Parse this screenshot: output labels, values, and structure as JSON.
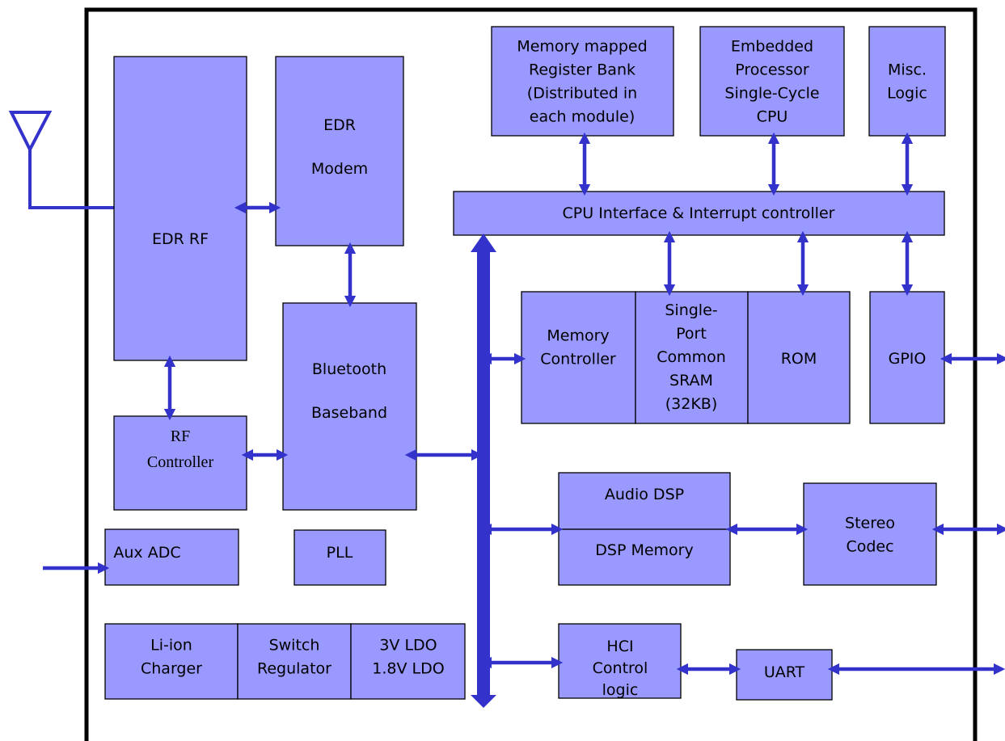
{
  "colors": {
    "block_fill": "#9999ff",
    "block_stroke": "#000000",
    "arrow": "#3333cc",
    "chip_border": "#000000"
  },
  "blocks": {
    "edr_rf": {
      "lines": [
        "EDR RF"
      ]
    },
    "edr_modem": {
      "lines": [
        "EDR",
        "Modem"
      ]
    },
    "bt_baseband": {
      "lines": [
        "Bluetooth",
        "Baseband"
      ]
    },
    "rf_controller": {
      "lines": [
        "RF",
        "Controller"
      ]
    },
    "aux_adc": {
      "lines": [
        "Aux ADC"
      ]
    },
    "pll": {
      "lines": [
        "PLL"
      ]
    },
    "liion_charger": {
      "lines": [
        "Li-ion",
        "Charger"
      ]
    },
    "switch_regulator": {
      "lines": [
        "Switch",
        "Regulator"
      ]
    },
    "ldo": {
      "lines": [
        "3V LDO",
        "1.8V LDO"
      ]
    },
    "register_bank": {
      "lines": [
        "Memory mapped",
        "Register Bank",
        "(Distributed in",
        "each module)"
      ]
    },
    "embedded_processor": {
      "lines": [
        "Embedded",
        "Processor",
        "Single-Cycle",
        "CPU"
      ]
    },
    "misc_logic": {
      "lines": [
        "Misc.",
        "Logic"
      ]
    },
    "cpu_interface": {
      "lines": [
        "CPU Interface & Interrupt controller"
      ]
    },
    "memory_controller": {
      "lines": [
        "Memory",
        "Controller"
      ]
    },
    "sram": {
      "lines": [
        "Single-",
        "Port",
        "Common",
        "SRAM",
        "(32KB)"
      ]
    },
    "rom": {
      "lines": [
        "ROM"
      ]
    },
    "gpio": {
      "lines": [
        "GPIO"
      ]
    },
    "audio_dsp": {
      "lines": [
        "Audio DSP"
      ]
    },
    "dsp_memory": {
      "lines": [
        "DSP Memory"
      ]
    },
    "stereo_codec": {
      "lines": [
        "Stereo",
        "Codec"
      ]
    },
    "hci_control": {
      "lines": [
        "HCI",
        "Control",
        "logic"
      ]
    },
    "uart": {
      "lines": [
        "UART"
      ]
    }
  }
}
